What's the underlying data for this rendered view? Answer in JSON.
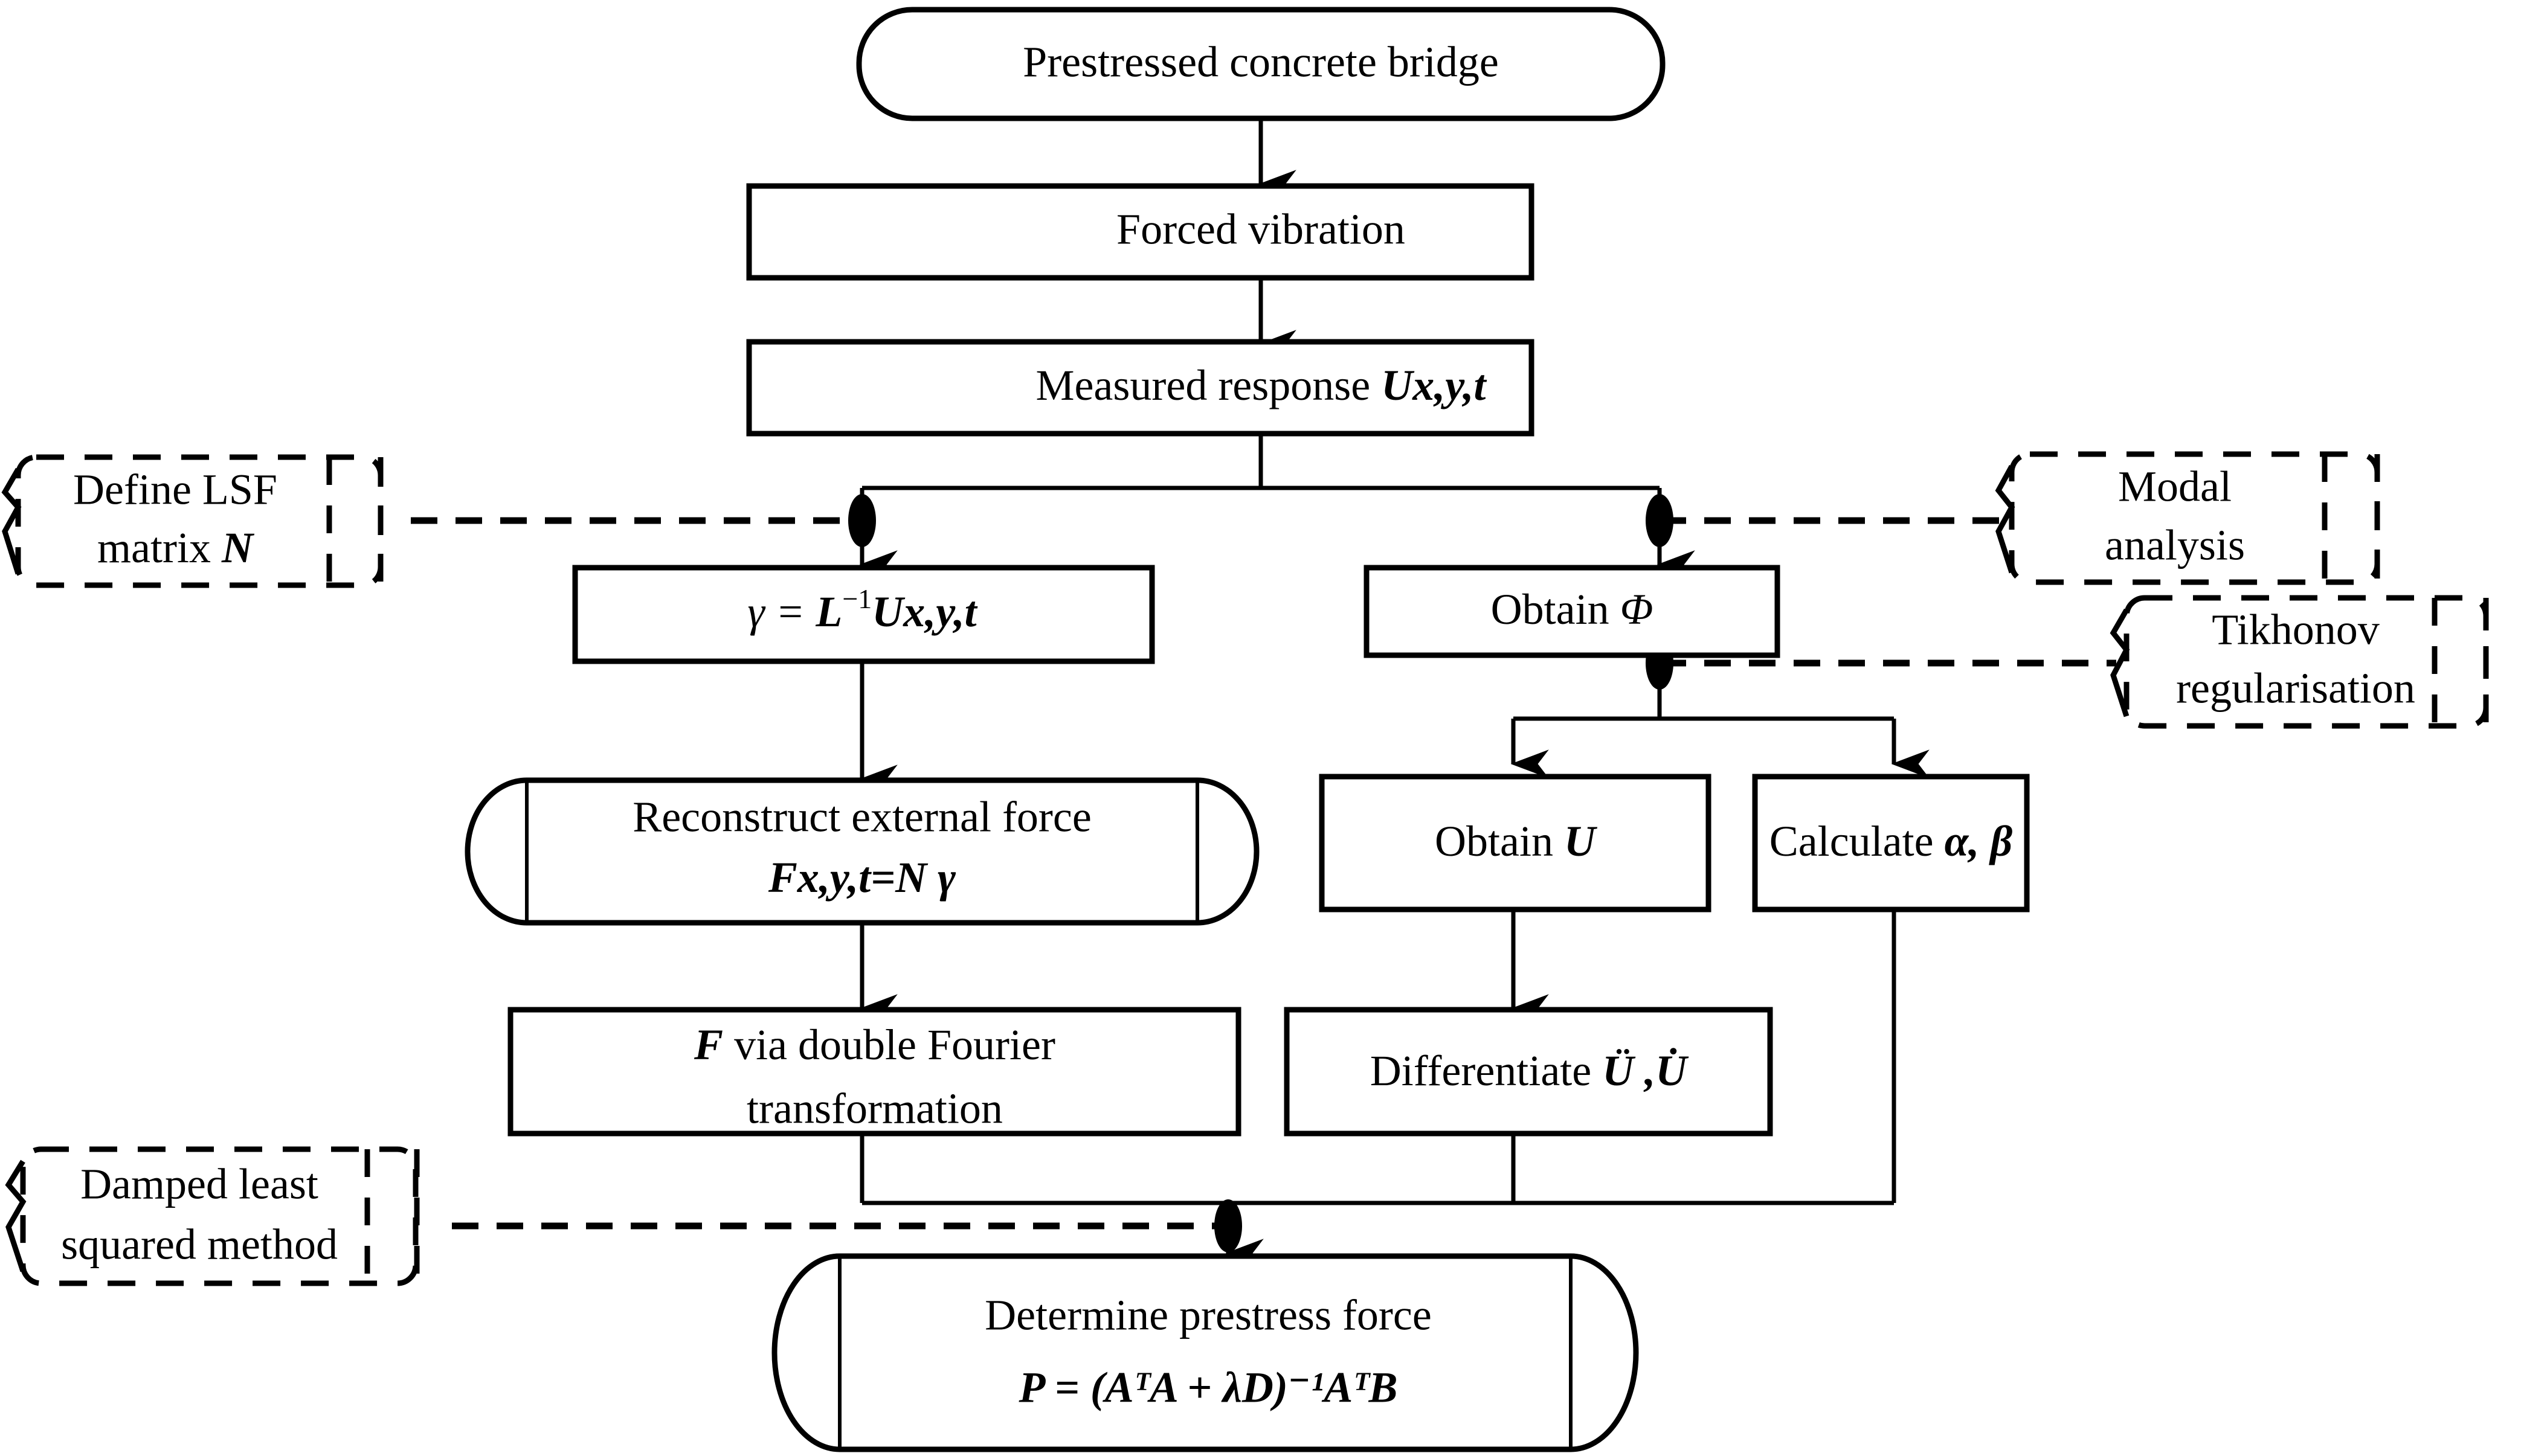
{
  "diagram": {
    "title": "Prestress force identification flowchart",
    "background_color": "#ffffff",
    "line_color": "#000000",
    "nodes": {
      "start": {
        "label": "Prestressed concrete bridge",
        "shape": "stadium"
      },
      "forced_vibration": {
        "label": "Forced vibration",
        "shape": "rectangle"
      },
      "measured_response": {
        "label_prefix": "Measured response ",
        "label_var": "Ux,y,t",
        "shape": "rectangle"
      },
      "gamma": {
        "lhs": "γ = ",
        "mat": "L",
        "sup": "−1",
        "rhs": "Ux,y,t",
        "shape": "rectangle"
      },
      "obtain_phi": {
        "label_prefix": "Obtain ",
        "label_var": "Φ",
        "shape": "rectangle"
      },
      "reconstruct_force": {
        "line1": "Reconstruct external force",
        "line2_a": "Fx,y,t",
        "line2_b": "=N γ",
        "shape": "predefined-process"
      },
      "obtain_u": {
        "label_prefix": "Obtain ",
        "label_var": "U",
        "shape": "rectangle"
      },
      "calculate_ab": {
        "label_prefix": "Calculate  ",
        "label_var": "α, β",
        "shape": "rectangle"
      },
      "fourier": {
        "line1_a": "F",
        "line1_b": " via double Fourier",
        "line2": "transformation",
        "shape": "rectangle"
      },
      "differentiate": {
        "label_prefix": "Differentiate ",
        "label_var": "Ü ,U̇",
        "shape": "rectangle"
      },
      "determine_prestress": {
        "line1": "Determine prestress force",
        "line2": "P = (AᵀA + λD)⁻¹AᵀB",
        "shape": "predefined-process"
      }
    },
    "callouts": {
      "define_lsf": {
        "line1": "Define LSF",
        "line2_a": "matrix ",
        "line2_b": "N",
        "style": "dashed-note"
      },
      "modal_analysis": {
        "line1": "Modal",
        "line2": "analysis",
        "style": "dashed-note"
      },
      "tikhonov": {
        "line1": "Tikhonov",
        "line2": "regularisation",
        "style": "dashed-note"
      },
      "damped_lsq": {
        "line1": "Damped least",
        "line2": "squared method",
        "style": "dashed-note"
      }
    },
    "connectors": [
      {
        "from": "start",
        "to": "forced_vibration",
        "type": "arrow"
      },
      {
        "from": "forced_vibration",
        "to": "measured_response",
        "type": "arrow"
      },
      {
        "from": "measured_response",
        "to": "gamma",
        "type": "split-arrow"
      },
      {
        "from": "measured_response",
        "to": "obtain_phi",
        "type": "split-arrow"
      },
      {
        "from": "gamma",
        "to": "reconstruct_force",
        "type": "arrow"
      },
      {
        "from": "obtain_phi",
        "to": "obtain_u",
        "type": "split-arrow"
      },
      {
        "from": "obtain_phi",
        "to": "calculate_ab",
        "type": "split-arrow"
      },
      {
        "from": "reconstruct_force",
        "to": "fourier",
        "type": "arrow"
      },
      {
        "from": "obtain_u",
        "to": "differentiate",
        "type": "arrow"
      },
      {
        "from": "fourier",
        "to": "determine_prestress",
        "type": "merge-arrow"
      },
      {
        "from": "differentiate",
        "to": "determine_prestress",
        "type": "merge-arrow"
      },
      {
        "from": "calculate_ab",
        "to": "determine_prestress",
        "type": "merge-arrow"
      },
      {
        "from": "define_lsf",
        "to": "gamma_junction",
        "type": "dashed"
      },
      {
        "from": "modal_analysis",
        "to": "phi_junction",
        "type": "dashed"
      },
      {
        "from": "tikhonov",
        "to": "phi_split_junction",
        "type": "dashed"
      },
      {
        "from": "damped_lsq",
        "to": "final_junction",
        "type": "dashed"
      }
    ]
  }
}
